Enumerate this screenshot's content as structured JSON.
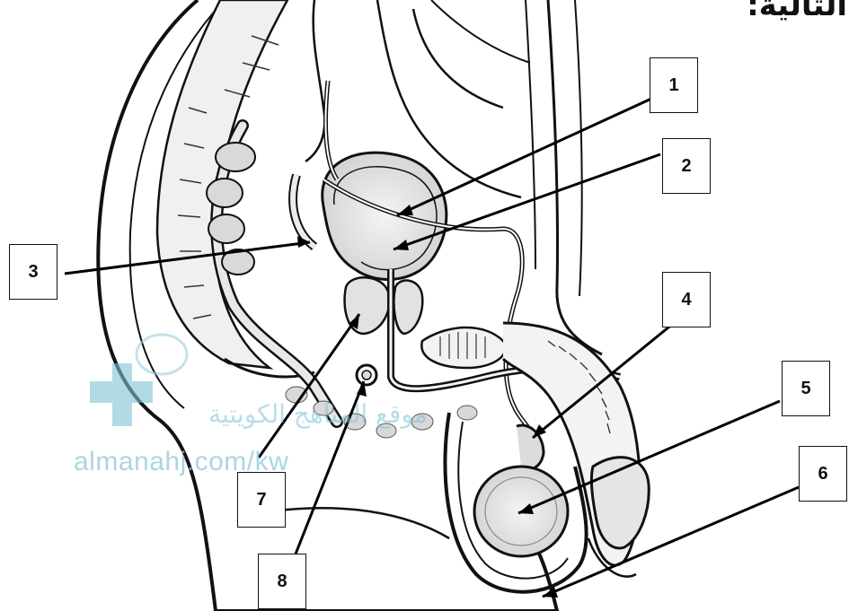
{
  "title_fragment": "التالية:",
  "watermark": {
    "text": "almanahj.com/kw",
    "arabic": "موقع المناهج الكويتية",
    "color": "#8fc9d8"
  },
  "labels": [
    "1",
    "2",
    "3",
    "4",
    "5",
    "6",
    "7",
    "8"
  ],
  "colors": {
    "line": "#111111",
    "tissue": "#e6e6e6",
    "background": "#ffffff"
  }
}
